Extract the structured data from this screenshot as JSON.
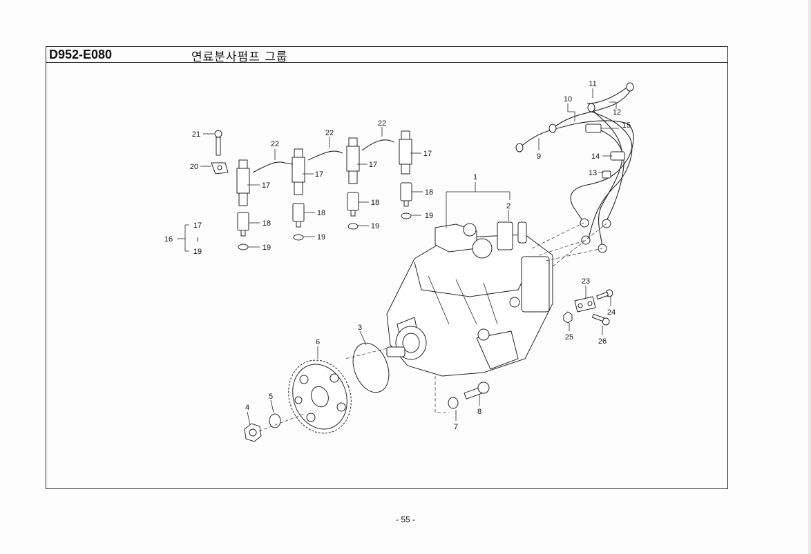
{
  "header": {
    "code": "D952-E080",
    "title": "연료분사펌프 그룹"
  },
  "footer": {
    "page": "- 55 -"
  },
  "callouts": {
    "c1": "1",
    "c2": "2",
    "c3": "3",
    "c4": "4",
    "c5": "5",
    "c6": "6",
    "c7": "7",
    "c8": "8",
    "c9": "9",
    "c10": "10",
    "c11": "11",
    "c12": "12",
    "c13": "13",
    "c14": "14",
    "c15": "15",
    "c16": "16",
    "c17": "17",
    "c18": "18",
    "c19": "19",
    "c20": "20",
    "c21": "21",
    "c22": "22",
    "c23": "23",
    "c24": "24",
    "c25": "25",
    "c26": "26"
  }
}
